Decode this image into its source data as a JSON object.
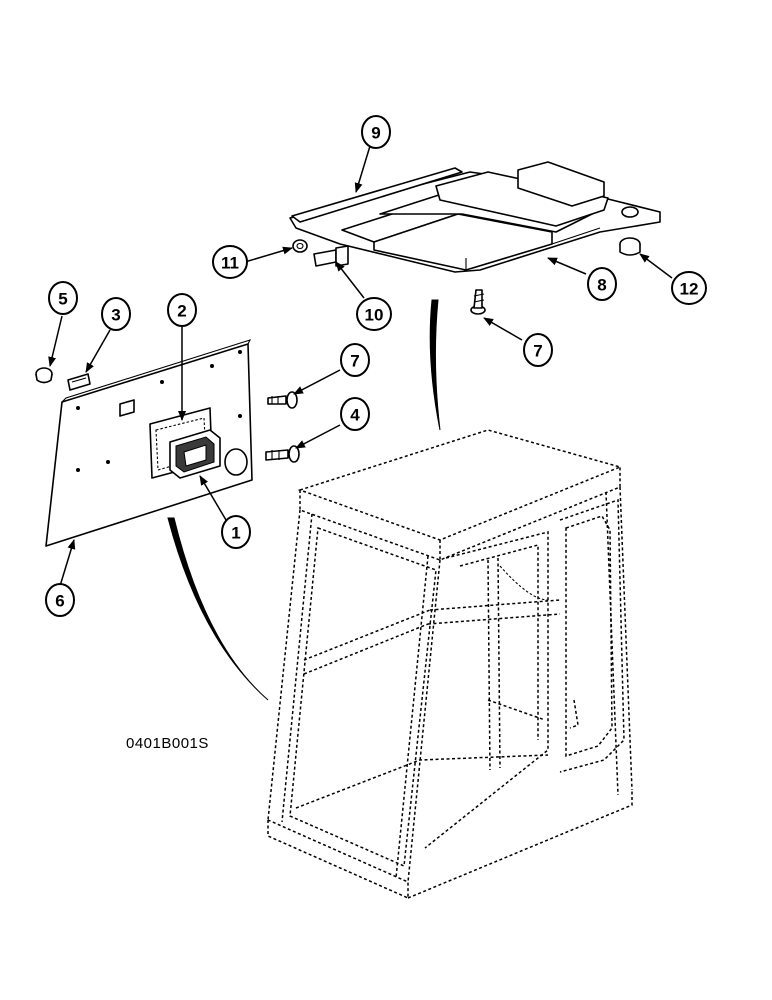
{
  "figure_code": "0401B001S",
  "callouts": {
    "c1": "1",
    "c2": "2",
    "c3": "3",
    "c4": "4",
    "c5": "5",
    "c6": "6",
    "c7a": "7",
    "c7b": "7",
    "c8": "8",
    "c9": "9",
    "c10": "10",
    "c11": "11",
    "c12": "12"
  }
}
